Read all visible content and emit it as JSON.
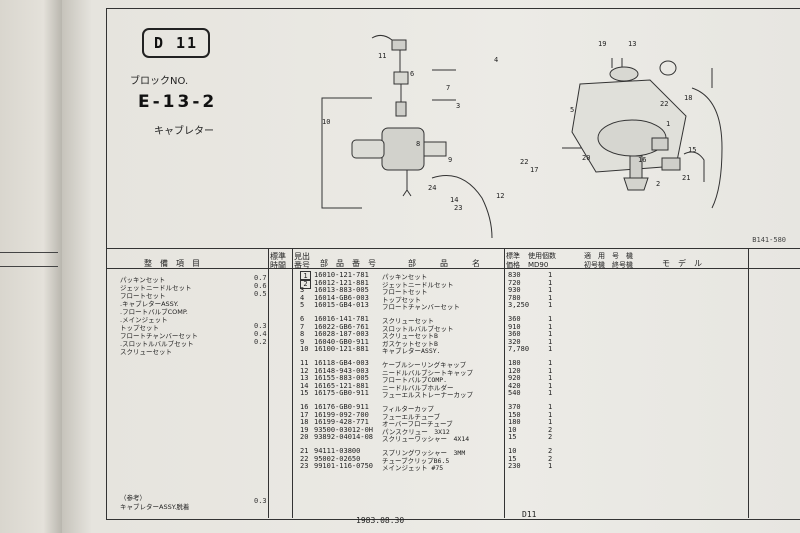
{
  "page_badge": "D 11",
  "block_no_label": "ブロックNO.",
  "block_code": "E-13-2",
  "block_title": "キャブレター",
  "ref_code": "B141-580",
  "header": {
    "service_item": "整　備　項　目",
    "std_time": "標準\n時間",
    "ref_no": "見出\n番号",
    "part_no": "部　品　番　号",
    "part_name": "部　　　品　　　名",
    "price": "標準\n価格",
    "qty": "使用個数\nMD90",
    "fig_no_cols": "適　用　号　機\n初号機　終号機",
    "model": "モ　デ　ル"
  },
  "parts": [
    {
      "no": "1",
      "part": "16010-121-781",
      "name": "パッキンセット",
      "price": "830",
      "qty": "1",
      "boxed": true
    },
    {
      "no": "2",
      "part": "16012-121-881",
      "name": "ジェットニードルセット",
      "price": "720",
      "qty": "1",
      "boxed": true
    },
    {
      "no": "3",
      "part": "16013-883-005",
      "name": "フロートセット",
      "price": "930",
      "qty": "1"
    },
    {
      "no": "4",
      "part": "16014-GB6-003",
      "name": "トップセット",
      "price": "780",
      "qty": "1"
    },
    {
      "no": "5",
      "part": "16015-GB4-013",
      "name": "フロートチャンバーセット",
      "price": "3,250",
      "qty": "1"
    },
    {
      "no": "6",
      "part": "16016-141-781",
      "name": "スクリューセット",
      "price": "360",
      "qty": "1"
    },
    {
      "no": "7",
      "part": "16022-GB6-761",
      "name": "スロットルバルブセット",
      "price": "910",
      "qty": "1"
    },
    {
      "no": "8",
      "part": "16028-187-003",
      "name": "スクリューセットB",
      "price": "360",
      "qty": "1"
    },
    {
      "no": "9",
      "part": "16040-GB0-911",
      "name": "ガスケットセットB",
      "price": "320",
      "qty": "1"
    },
    {
      "no": "10",
      "part": "16100-121-881",
      "name": "キャブレターASSY.",
      "price": "7,780",
      "qty": "1"
    },
    {
      "no": "11",
      "part": "16118-GB4-003",
      "name": "ケーブルシーリングキャップ",
      "price": "180",
      "qty": "1"
    },
    {
      "no": "12",
      "part": "16148-943-003",
      "name": "ニードルバルブシートキャップ",
      "price": "120",
      "qty": "1"
    },
    {
      "no": "13",
      "part": "16155-883-005",
      "name": "フロートバルブCOMP.",
      "price": "920",
      "qty": "1"
    },
    {
      "no": "14",
      "part": "16165-121-881",
      "name": "ニードルバルブホルダー",
      "price": "420",
      "qty": "1"
    },
    {
      "no": "15",
      "part": "16175-GB0-911",
      "name": "フューエルストレーナーカップ",
      "price": "540",
      "qty": "1"
    },
    {
      "no": "16",
      "part": "16176-GB0-911",
      "name": "フィルターカップ",
      "price": "370",
      "qty": "1"
    },
    {
      "no": "17",
      "part": "16199-092-700",
      "name": "フューエルチューブ",
      "price": "150",
      "qty": "1"
    },
    {
      "no": "18",
      "part": "16199-428-771",
      "name": "オーバーフローチューブ",
      "price": "180",
      "qty": "1"
    },
    {
      "no": "19",
      "part": "93500-03012-0H",
      "name": "パンスクリュー　3X12",
      "price": "10",
      "qty": "2"
    },
    {
      "no": "20",
      "part": "93892-04014-08",
      "name": "スクリューワッシャー　4X14",
      "price": "15",
      "qty": "2"
    },
    {
      "no": "21",
      "part": "94111-03800",
      "name": "スプリングワッシャー　3MM",
      "price": "10",
      "qty": "2"
    },
    {
      "no": "22",
      "part": "95002-02650",
      "name": "チューブクリップB6.5",
      "price": "15",
      "qty": "2"
    },
    {
      "no": "23",
      "part": "99101-116-0750",
      "name": "メインジェット #75",
      "price": "230",
      "qty": "1"
    }
  ],
  "service_items": [
    {
      "label": "パッキンセット",
      "time": "0.7"
    },
    {
      "label": "ジェットニードルセット",
      "time": "0.6"
    },
    {
      "label": "フロートセット",
      "time": "0.5"
    },
    {
      "label": ".キャブレターASSY.",
      "time": ""
    },
    {
      "label": ".フロートバルブCOMP.",
      "time": ""
    },
    {
      "label": ".メインジェット",
      "time": ""
    },
    {
      "label": "トップセット",
      "time": "0.3"
    },
    {
      "label": "フロートチャンバーセット",
      "time": "0.4"
    },
    {
      "label": ".スロットルバルブセット",
      "time": "0.2"
    },
    {
      "label": "スクリューセット",
      "time": ""
    }
  ],
  "ref_note": {
    "label": "（参考）",
    "item": "キャブレターASSY.脱着",
    "time": "0.3"
  },
  "footer": {
    "date": "1983.08.30",
    "page": "D11"
  },
  "callouts": [
    "1",
    "2",
    "3",
    "4",
    "5",
    "6",
    "7",
    "8",
    "9",
    "10",
    "11",
    "12",
    "13",
    "14",
    "15",
    "16",
    "17",
    "18",
    "19",
    "20",
    "21",
    "22",
    "23",
    "24"
  ]
}
